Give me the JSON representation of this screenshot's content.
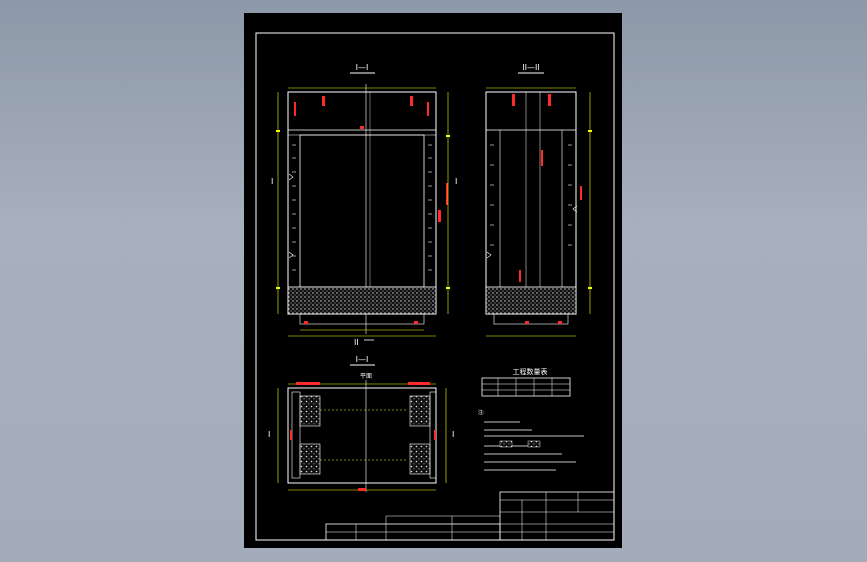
{
  "drawing": {
    "views": {
      "section_1": {
        "title": "I—I",
        "cut_label": "I"
      },
      "section_2": {
        "title": "II—II",
        "cut_label": "II"
      },
      "plan": {
        "title": "I—I",
        "sub_title": "平面"
      }
    },
    "table": {
      "title": "工程数量表",
      "headers": [
        "",
        "",
        "",
        "",
        ""
      ]
    },
    "notes": {
      "heading": "注:"
    },
    "title_block": {
      "drawing_name_line1": "",
      "drawing_name_line2": ""
    }
  },
  "colors": {
    "sheet": "#000000",
    "frame": "#ffffff",
    "structure": "#ffffff",
    "dimension": "#ffff00",
    "annotation": "#ff2a2a",
    "hatch": "#cccccc",
    "background": "#9aa4b2"
  }
}
